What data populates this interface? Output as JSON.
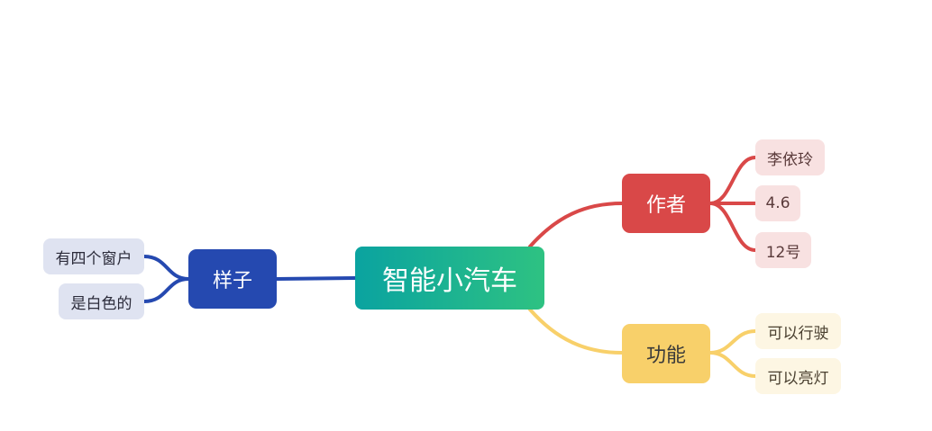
{
  "central": {
    "label": "智能小汽车"
  },
  "branches": {
    "style": {
      "label": "样子",
      "color": "#2549b0",
      "leaves": [
        "有四个窗户",
        "是白色的"
      ]
    },
    "author": {
      "label": "作者",
      "color": "#d94848",
      "leaves": [
        "李依玲",
        "4.6",
        "12号"
      ]
    },
    "function": {
      "label": "功能",
      "color": "#f8d06a",
      "leaves": [
        "可以行驶",
        "可以亮灯"
      ]
    }
  }
}
